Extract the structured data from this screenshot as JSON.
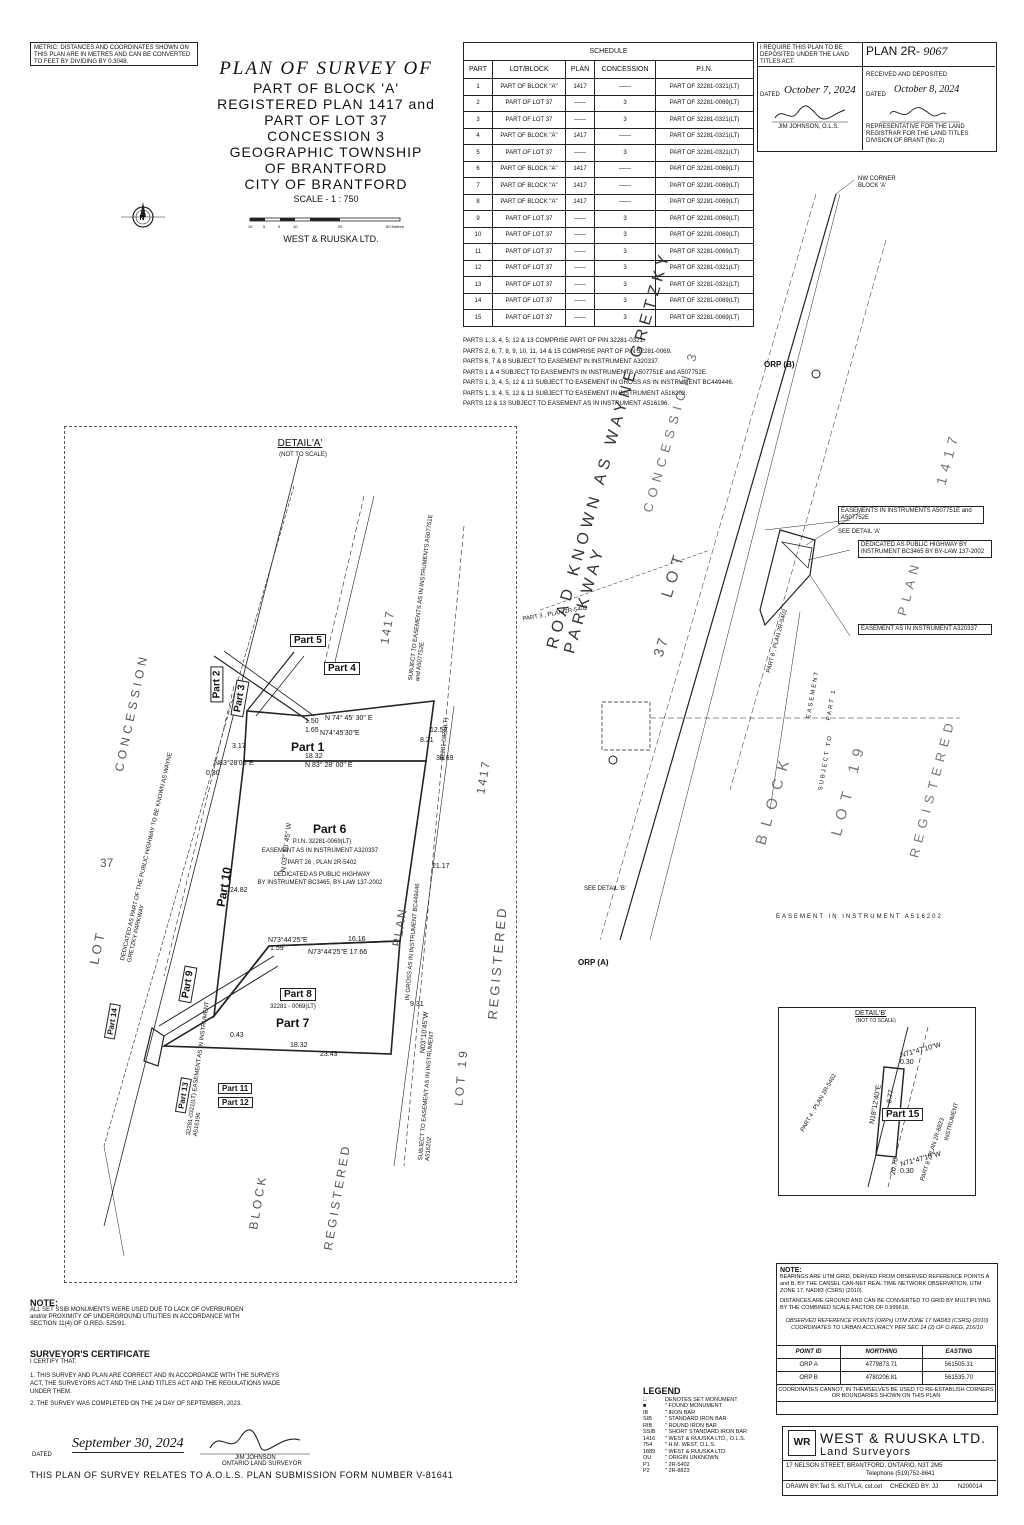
{
  "metric_note": "METRIC: DISTANCES AND COORDINATES SHOWN ON THIS PLAN ARE IN METRES AND CAN BE CONVERTED TO FEET BY DIVIDING BY 0.3048.",
  "title": {
    "main": "PLAN OF SURVEY OF",
    "lines": [
      "PART OF BLOCK 'A'",
      "REGISTERED PLAN 1417 and",
      "PART OF LOT 37",
      "CONCESSION 3",
      "GEOGRAPHIC TOWNSHIP",
      "OF BRANTFORD",
      "CITY OF BRANTFORD"
    ],
    "scale": "SCALE - 1 : 750",
    "scale_ticks": [
      "10",
      "5",
      "0",
      "10",
      "25",
      "50 Metres"
    ],
    "firm": "WEST & RUUSKA LTD."
  },
  "schedule": {
    "title": "SCHEDULE",
    "headers": [
      "PART",
      "LOT/BLOCK",
      "PLAN",
      "CONCESSION",
      "P.I.N."
    ],
    "rows": [
      [
        "1",
        "PART OF BLOCK \"A\"",
        "1417",
        "——",
        "PART OF 32281-0321(LT)"
      ],
      [
        "2",
        "PART OF LOT 37",
        "——",
        "3",
        "PART OF 32281-0069(LT)"
      ],
      [
        "3",
        "PART OF LOT 37",
        "——",
        "3",
        "PART OF 32281-0321(LT)"
      ],
      [
        "4",
        "PART OF BLOCK \"A\"",
        "1417",
        "——",
        "PART OF 32281-0321(LT)"
      ],
      [
        "5",
        "PART OF LOT 37",
        "——",
        "3",
        "PART OF 32281-0321(LT)"
      ],
      [
        "6",
        "PART OF BLOCK \"A\"",
        "1417",
        "——",
        "PART OF 32281-0069(LT)"
      ],
      [
        "7",
        "PART OF BLOCK \"A\"",
        "1417",
        "——",
        "PART OF 32281-0069(LT)"
      ],
      [
        "8",
        "PART OF BLOCK \"A\"",
        "1417",
        "——",
        "PART OF 32281-0069(LT)"
      ],
      [
        "9",
        "PART OF LOT 37",
        "——",
        "3",
        "PART OF 32281-0069(LT)"
      ],
      [
        "10",
        "PART OF LOT 37",
        "——",
        "3",
        "PART OF 32281-0069(LT)"
      ],
      [
        "11",
        "PART OF LOT 37",
        "——",
        "3",
        "PART OF 32281-0069(LT)"
      ],
      [
        "12",
        "PART OF LOT 37",
        "——",
        "3",
        "PART OF 32281-0321(LT)"
      ],
      [
        "13",
        "PART OF LOT 37",
        "——",
        "3",
        "PART OF 32281-0321(LT)"
      ],
      [
        "14",
        "PART OF LOT 37",
        "——",
        "3",
        "PART OF 32281-0069(LT)"
      ],
      [
        "15",
        "PART OF LOT 37",
        "——",
        "3",
        "PART OF 32281-0069(LT)"
      ]
    ]
  },
  "deposit": {
    "require_text": "I REQUIRE THIS PLAN TO BE DEPOSITED UNDER THE LAND TITLES ACT.",
    "dated_label": "DATED",
    "dated_value": "October 7, 2024",
    "signer": "JIM JOHNSON, O.L.S.",
    "plan_label": "PLAN 2R-",
    "plan_number": "9067",
    "received": "RECEIVED AND DEPOSITED",
    "received_date": "October 8, 2024",
    "registrar_text": "REPRESENTATIVE FOR THE LAND REGISTRAR FOR THE LAND TITLES DIVISION OF BRANT (No. 2)"
  },
  "schedule_notes": [
    "PARTS 1, 3, 4, 5, 12 & 13 COMPRISE PART OF PIN 32281-0321.",
    "PARTS 2, 6, 7, 8, 9, 10, 11, 14 & 15 COMPRISE PART OF PIN 32281-0069.",
    "PARTS 6, 7 & 8 SUBJECT TO EASEMENT IN INSTRUMENT A320337.",
    "PARTS 1 & 4 SUBJECT TO EASEMENTS IN INSTRUMENTS A507751E and A507752E.",
    "PARTS 1, 3, 4, 5, 12 & 13 SUBJECT TO EASEMENT IN GROSS AS IN INSTRUMENT BC449446.",
    "PARTS 1, 3, 4, 5, 12 & 13 SUBJECT TO EASEMENT IN INSTRUMENT A516202.",
    "PARTS 12 & 13 SUBJECT TO EASEMENT AS IN INSTRUMENT A516196."
  ],
  "detail_a": {
    "title": "DETAIL'A'",
    "sub": "(NOT TO SCALE)",
    "parts": [
      "Part 1",
      "Part 2",
      "Part 3",
      "Part 4",
      "Part 5",
      "Part 6",
      "Part 7",
      "Part 8",
      "Part 9",
      "Part 10",
      "Part 11",
      "Part 12",
      "Part 13",
      "Part 14"
    ],
    "labels": {
      "concession": "CONCESSION",
      "lot37": "LOT",
      "lot37_num": "37",
      "registered": "REGISTERED",
      "plan": "PLAN",
      "n1417": "1417",
      "block": "BLOCK",
      "lot19": "LOT 19",
      "bearing_1": "N 74° 45' 30\" E",
      "bearing_2": "N74°45'30\"E",
      "bearing_3": "N 83° 28' 00\" E",
      "bearing_4": "N83°28'00\"E",
      "bearing_5": "N 03° 10' 45\" W",
      "bearing_6": "N73°44'25\"E 17.66",
      "bearing_7": "N73°44'25\"E",
      "bearing_8": "N03°10'45\"W",
      "dist_1": "12.52",
      "dist_2": "18.32",
      "dist_3": "36.69",
      "dist_4": "8.21",
      "dist_5": "21.17",
      "dist_6": "16.16",
      "dist_7": "24.82",
      "dist_8": "9.31",
      "dist_9": "23.43",
      "dist_10": "18.32",
      "dist_11": "3.17",
      "dist_12": "1.50",
      "dist_13": "1.65",
      "dist_14": "0.30",
      "dist_15": "1.59",
      "dist_16": "0.43",
      "part6_pin": "P.I.N. 32281-0069(LT)",
      "part6_ease": "EASEMENT AS IN INSTRUMENT A320337",
      "part6_plan": "PART 26 , PLAN 2R-5402",
      "part6_hwy": "DEDICATED AS PUBLIC HIGHWAY",
      "part6_bylaw": "BY INSTRUMENT BC3465, BY-LAW 137-2002",
      "part7_pin": "32281 - 0069(LT)",
      "wgp": "DEDICATED AS PART OF THE PUBLIC HIGHWAY TO BE KNOWN AS WAYNE GRETZKY PARKWAY",
      "pin_0321": "32281-0321(LT)",
      "ease_gross": "IN GROSS AS IN INSTRUMENT BC449446",
      "a516196": "32281-0321(LT) EASEMENT AS IN INSTRUMENT A516196",
      "a516202": "SUBJECT TO EASEMENT AS IN INSTRUMENT A516202",
      "a507": "SUBJECT TO EASEMENTS AS IN INSTRUMENTS A507751E and A507752E"
    }
  },
  "main_plan": {
    "road": "ROAD KNOWN AS WAYNE GRETZKY PARKWAY",
    "lot": "LOT",
    "lot_num": "37",
    "concession": "CONCESSION 3",
    "block": "BLOCK",
    "lot19": "LOT 19",
    "registered": "REGISTERED",
    "plan": "PLAN",
    "n1417": "1417",
    "orp_a": "ORP (A)",
    "orp_b": "ORP (B)",
    "see_a": "SEE DETAIL 'A'",
    "see_b": "SEE DETAIL 'B'",
    "ease_a507": "EASEMENTS IN INSTRUMENTS A507751E and A507752E",
    "ease_hwy": "DEDICATED AS PUBLIC HIGHWAY BY INSTRUMENT BC3465 BY BY-LAW 137-2002",
    "ease_a320": "EASEMENT AS IN INSTRUMENT A320337",
    "ease_a516202": "EASEMENT IN INSTRUMENT A516202",
    "nw_corner": "NW CORNER BLOCK 'A'",
    "part3_plan": "PART 3 , PLAN 2R-5402",
    "part8_plan": "PART 8 , PLAN 2R-5402",
    "part1": "PART 1",
    "subject_to": "SUBJECT TO",
    "easement": "EASEMENT"
  },
  "detail_b": {
    "title": "DETAIL'B'",
    "sub": "(NOT TO SCALE)",
    "part": "Part 15",
    "bearing_a": "N71°47'10\"W",
    "bearing_b": "N18°12'40\"E",
    "dist_a": "0.30",
    "dist_b": "8.77",
    "dist_c": "20.70",
    "part4": "PART 4 , PLAN 2R-5402",
    "part8": "PART 8 , PLAN 2R-8823",
    "instrument": "INSTRUMENT"
  },
  "note_left": {
    "title": "NOTE:",
    "text": "ALL SET SSIB MONUMENTS WERE USED DUE TO LACK OF OVERBURDEN and/or PROXIMITY OF UNDERGROUND UTILITIES IN ACCORDANCE WITH SECTION 11(4) OF O.REG. 525/91."
  },
  "certificate": {
    "title": "SURVEYOR'S CERTIFICATE",
    "certify": "I CERTIFY THAT:",
    "item1": "1. THIS SURVEY AND PLAN ARE CORRECT AND IN ACCORDANCE WITH THE SURVEYS ACT, THE SURVEYORS ACT AND THE LAND TITLES ACT AND THE REGULATIONS MADE UNDER THEM.",
    "item2": "2. THE SURVEY WAS COMPLETED ON THE 24 DAY OF SEPTEMBER, 2023.",
    "dated_label": "DATED",
    "dated_value": "September 30, 2024",
    "name": "JIM JOHNSON",
    "role": "ONTARIO LAND SURVEYOR"
  },
  "aols": "THIS PLAN OF SURVEY RELATES TO A.O.L.S. PLAN SUBMISSION FORM NUMBER V-81641",
  "bearing_note": {
    "title": "NOTE:",
    "text1": "BEARINGS ARE UTM GRID, DERIVED FROM OBSERVED REFERENCE POINTS A and B, BY THE CANSEL CAN-NET REAL TIME NETWORK OBSERVATION, UTM ZONE 17, NAD83 (CSRS) (2010).",
    "text2": "DISTANCES ARE GROUND AND CAN BE CONVERTED TO GRID BY MULTIPLYING BY THE COMBINED SCALE FACTOR OF 0.999618.",
    "orp_title": "OBSERVED REFERENCE POINTS (ORPs) UTM ZONE 17 NAD83 (CSRS) (2010) COORDINATES TO URBAN ACCURACY PER SEC 14 (2) OF O.REG. 216/10",
    "orp_headers": [
      "POINT ID",
      "NORTHING",
      "EASTING"
    ],
    "orp_rows": [
      [
        "ORP A",
        "4779873.71",
        "561505.31"
      ],
      [
        "ORP B",
        "4780206.81",
        "561535.70"
      ]
    ],
    "footer": "COORDINATES CANNOT, IN THEMSELVES BE USED TO RE-ESTABLISH CORNERS OR BOUNDARIES SHOWN ON THIS PLAN"
  },
  "legend": {
    "title": "LEGEND",
    "items": [
      [
        "□",
        "DENOTES SET MONUMENT"
      ],
      [
        "■",
        "\" FOUND MONUMENT"
      ],
      [
        "IB",
        "\" IRON BAR"
      ],
      [
        "SIB",
        "\" STANDARD IRON BAR"
      ],
      [
        "RIB",
        "\" ROUND IRON BAR"
      ],
      [
        "SSIB",
        "\" SHORT STANDARD IRON BAR"
      ],
      [
        "1416",
        "\" WEST & RUUSKA LTD., O.L.S."
      ],
      [
        "754",
        "\" H.M. WEST, O.L.S."
      ],
      [
        "1889",
        "\" WEST & RUUSKA LTD."
      ],
      [
        "OU",
        "\" ORIGIN UNKNOWN"
      ],
      [
        "P1",
        "\" 2R-5402"
      ],
      [
        "P2",
        "\" 2R-8823"
      ]
    ]
  },
  "firm": {
    "logo": "WR",
    "name": "WEST & RUUSKA LTD.",
    "sub": "Land Surveyors",
    "address": "17 NELSON STREET,    BRANTFORD,    ONTARIO,    N3T 2M5",
    "phone": "Telephone (519)752-8641",
    "drawn": "DRAWN BY:Ted S. KUTYLA, cst.cet",
    "checked": "CHECKED BY: JJ",
    "job": "N200014"
  }
}
